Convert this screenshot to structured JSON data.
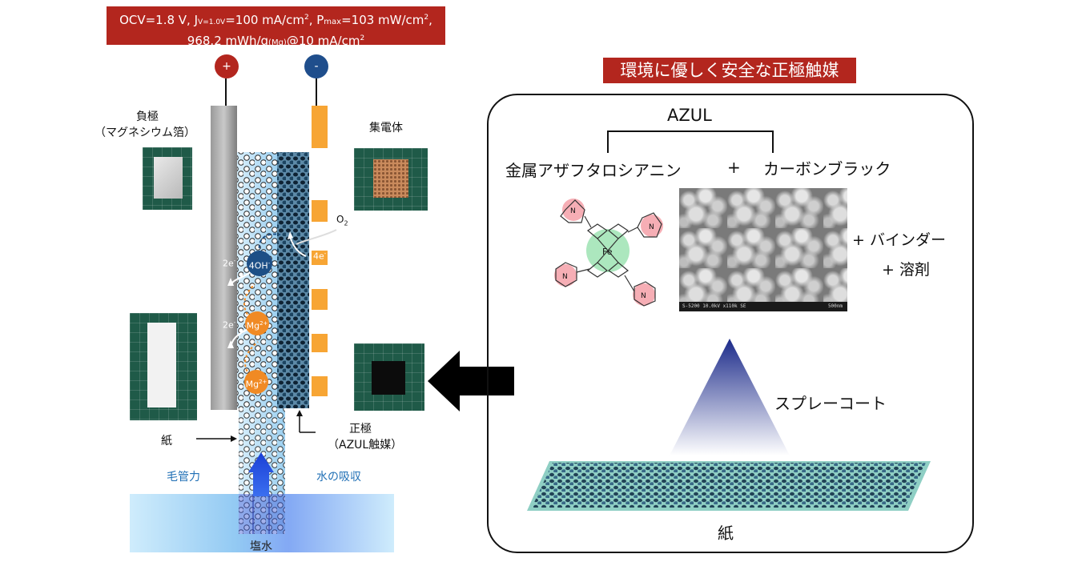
{
  "left": {
    "banner": {
      "line1_a": "OCV=1.8 V, J",
      "line1_sub": "V=1.0V",
      "line1_b": "=100 mA/cm",
      "line1_sup": "2",
      "line1_c": ", P",
      "line1_sub2": "max",
      "line1_d": "=103 mW/cm",
      "line1_sup2": "2",
      "line1_e": ",",
      "line2_a": "968.2 mWh/g",
      "line2_sub": "(Mg)",
      "line2_b": "@10 mA/cm",
      "line2_sup": "2"
    },
    "terminal_plus": "+",
    "terminal_minus": "-",
    "anode_label_1": "負極",
    "anode_label_2": "（マグネシウム箔）",
    "collector_label": "集電体",
    "paper_label": "紙",
    "cathode_label_1": "正極",
    "cathode_label_2": "（AZUL触媒）",
    "capillary_label": "毛管力",
    "absorption_label": "水の吸収",
    "saltwater_label": "塩水",
    "o2_label": "O",
    "o2_sub": "2",
    "four_e": "4e",
    "two_e_1": "2e",
    "two_e_2": "2e",
    "e_sup": "-",
    "ion_4oh": "4OH",
    "ion_mg_1": "Mg",
    "ion_mg_2": "Mg",
    "ion_sup_mg": "2+"
  },
  "right": {
    "title": "環境に優しく安全な正極触媒",
    "azul": "AZUL",
    "phthalocyanine": "金属アザフタロシアニン",
    "plus": "+",
    "carbon_black": "カーボンブラック",
    "binder": "+ バインダー",
    "solvent": "+ 溶剤",
    "spray": "スプレーコート",
    "paper": "紙",
    "sem_caption": "S-5200 10.0kV x110k SE",
    "sem_scale": "500nm",
    "fe_label": "Fe",
    "n_label": "N"
  },
  "colors": {
    "banner_red": "#b3261e",
    "plus_terminal": "#b3261e",
    "minus_terminal": "#1f4e8c",
    "collector_orange": "#f7a534",
    "mg_orange": "#f08a24",
    "oh_blue": "#1d4f86",
    "water_blue": "#8fd3f4",
    "label_blue": "#1f6fb5"
  }
}
